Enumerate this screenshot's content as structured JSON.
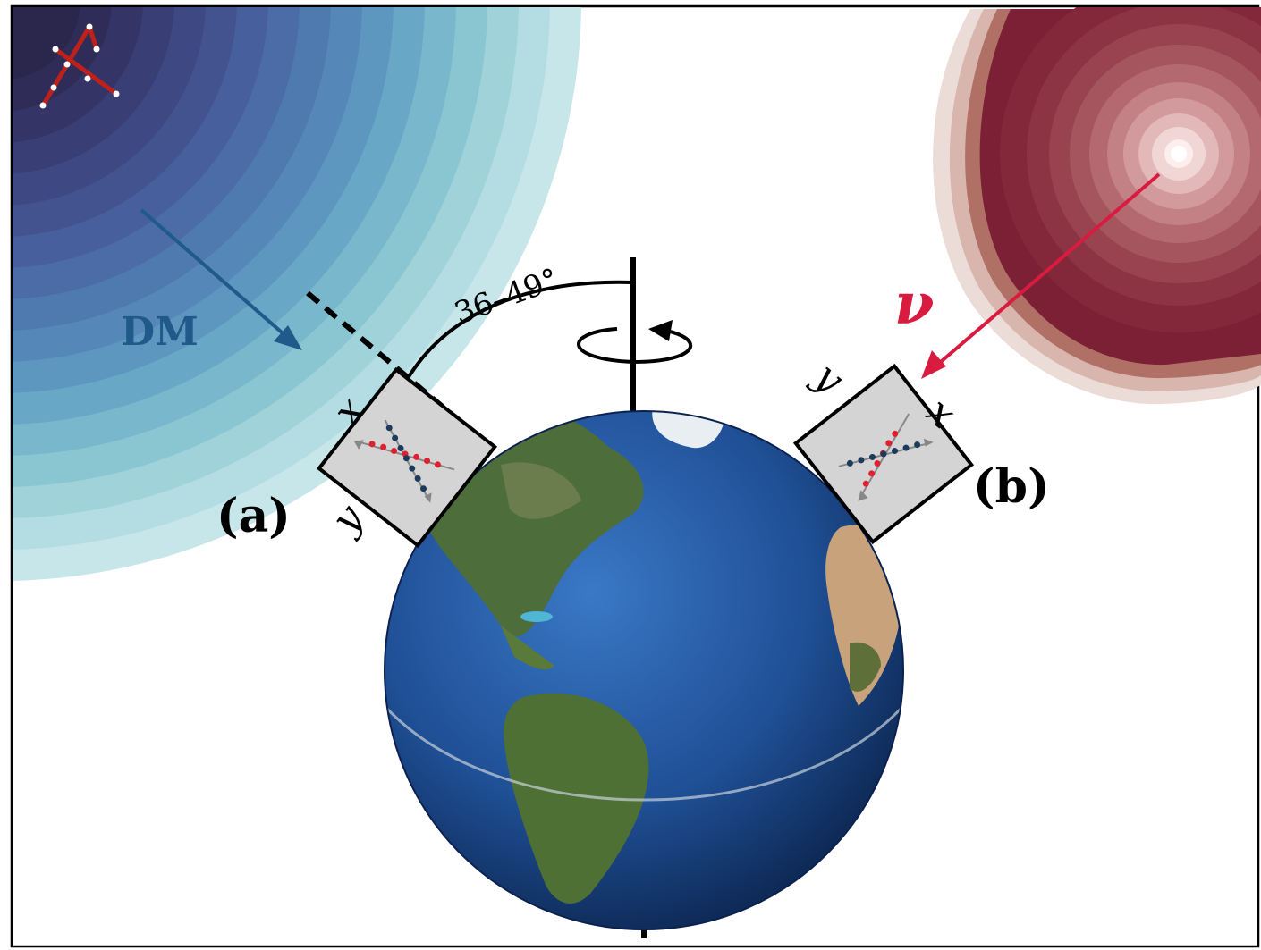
{
  "labels": {
    "angle": "36–49°",
    "dm": "DM",
    "nu": "ν",
    "panel_a": "(a)",
    "panel_b": "(b)",
    "axis_x_a": "x",
    "axis_y_a": "y",
    "axis_x_b": "x",
    "axis_y_b": "y"
  },
  "colors": {
    "dm_arrow": "#1f5a8a",
    "nu_arrow": "#d81b3f",
    "dm_label": "#1f5a8a",
    "nu_label": "#d81b3f",
    "dm_halo_inner": "#2b2a4a",
    "dm_halo_outer": "#c9e8ec",
    "nu_source_inner": "#ffffff",
    "nu_source_outer": "#7a1f33",
    "detector_fill": "#d4d4d4",
    "track_red": "#e02030",
    "track_blue": "#1c3a5c",
    "galaxy_track": "#c0201a",
    "earth_ocean": "#1d4f96",
    "earth_land": "#4d6e3a"
  },
  "icons": {
    "rotation": "rotation-arrow-icon",
    "galaxy": "galaxy-stick-figure-icon"
  }
}
